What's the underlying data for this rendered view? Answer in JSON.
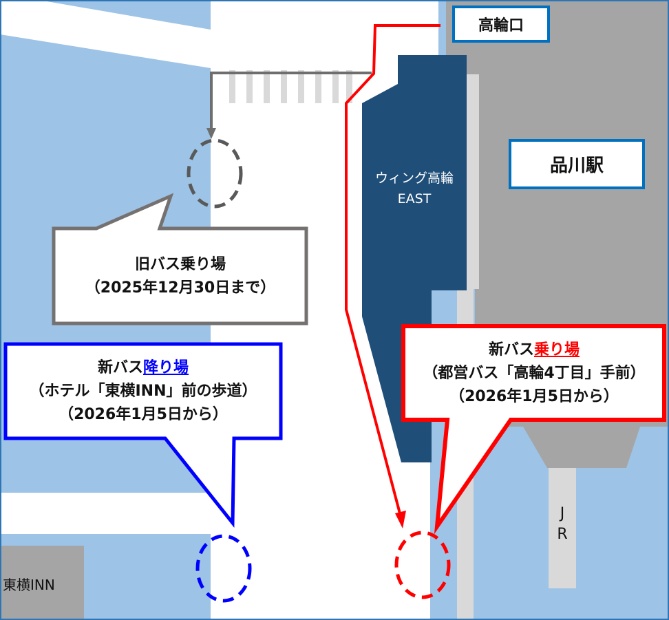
{
  "colors": {
    "water": "#9dc3e6",
    "road": "#ffffff",
    "station": "#a5a5a5",
    "sidewalk": "#d9d9d9",
    "building": "#1f4e79",
    "old": "#6e6e6e",
    "new_drop": "#0000ff",
    "new_board": "#ff0000",
    "label_border": "#0070c0"
  },
  "labels": {
    "takanawa_exit": "高輪口",
    "shinagawa_station": "品川駅",
    "wing_line1": "ウィング高輪",
    "wing_line2": "EAST",
    "jr_j": "J",
    "jr_r": "R",
    "toyoko_inn": "東横INN"
  },
  "old_stop": {
    "line1": "旧バス乗り場",
    "line2": "（2025年12月30日まで）"
  },
  "new_drop": {
    "prefix": "新バス",
    "highlight": "降り場",
    "line2": "（ホテル「東横INN」前の歩道）",
    "line3": "（2026年1月5日から）"
  },
  "new_board": {
    "prefix": "新バス",
    "highlight": "乗り場",
    "line2": "（都営バス「高輪4丁目」手前）",
    "line3": "（2026年1月5日から）"
  }
}
